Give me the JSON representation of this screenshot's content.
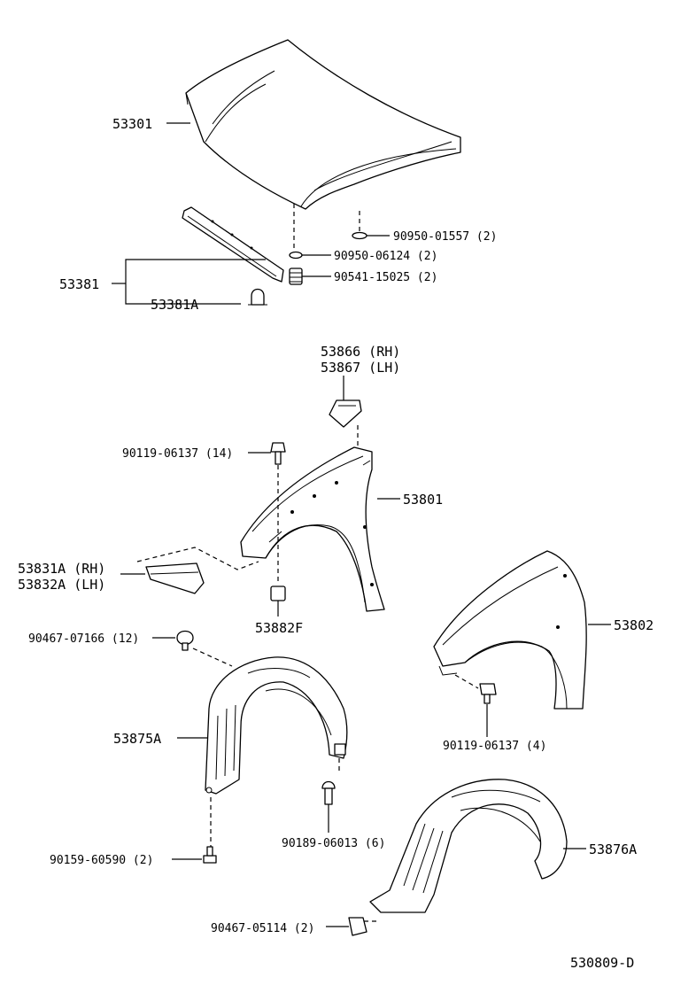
{
  "labels": {
    "hood": "53301",
    "hood_seal": "53381",
    "hood_seal_clip": "53381A",
    "hood_plug": "90950-01557 (2)",
    "hood_grommet": "90950-06124 (2)",
    "hood_cushion": "90541-15025 (2)",
    "fender_cover_rh": "53866 (RH)",
    "fender_cover_lh": "53867 (LH)",
    "fender_bolt_top": "90119-06137 (14)",
    "fender_rh": "53801",
    "fender_bracket_rh": "53831A (RH)",
    "fender_bracket_lh": "53832A (LH)",
    "fender_nut": "53882F",
    "fender_lh": "53802",
    "liner_clip_top": "90467-07166 (12)",
    "fender_bolt_lower": "90119-06137 (4)",
    "liner_rh": "53875A",
    "liner_screw": "90189-06013 (6)",
    "liner_lh": "53876A",
    "liner_screw_lower": "90159-60590 (2)",
    "liner_clip_lower": "90467-05114 (2)",
    "diagram_code": "530809-D"
  }
}
